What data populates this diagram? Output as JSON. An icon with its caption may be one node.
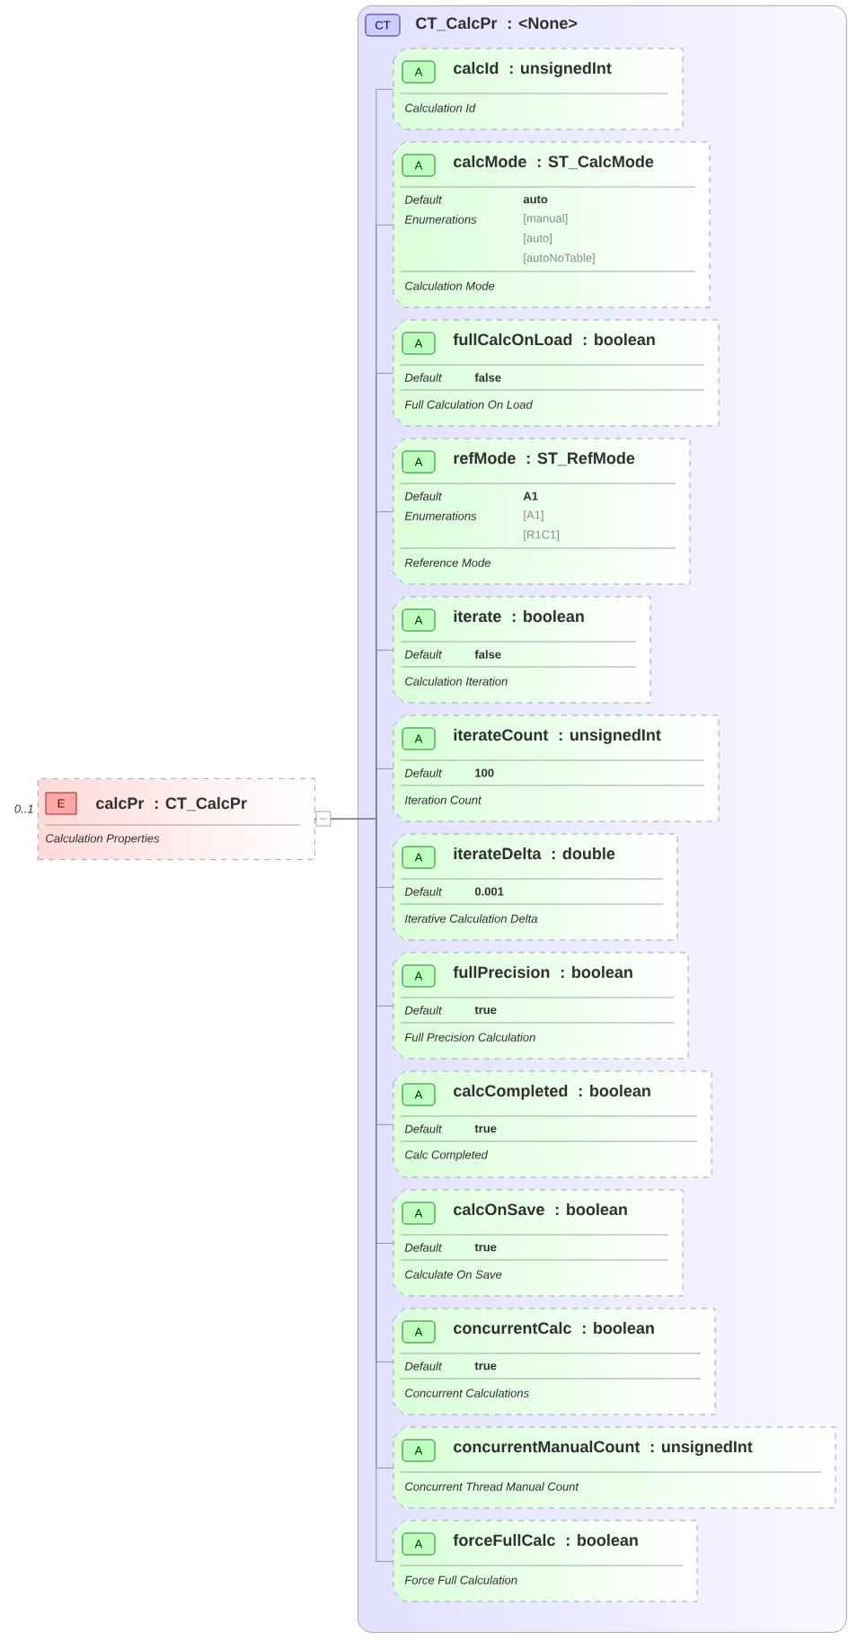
{
  "diagram": {
    "nodes": [
      {
        "text": [
          "E",
          "calcPr",
          ": CT_CalcPr",
          "Calculation Properties"
        ],
        "beside": [
          "0..1"
        ]
      },
      {
        "text": [
          "CT",
          "CT_CalcPr",
          ": <None>"
        ]
      },
      {
        "text": [
          "A",
          "calcId",
          ": unsignedInt",
          "Calculation Id"
        ],
        "in": 1
      },
      {
        "text": [
          "A",
          "calcMode",
          ": ST_CalcMode",
          "Default",
          "auto",
          "Enumerations",
          "[manual]",
          "[auto]",
          "[autoNoTable]",
          "Calculation Mode"
        ],
        "in": 1
      },
      {
        "text": [
          "A",
          "fullCalcOnLoad",
          ": boolean",
          "Default",
          "false",
          "Full Calculation On Load"
        ],
        "in": 1
      },
      {
        "text": [
          "A",
          "refMode",
          ": ST_RefMode",
          "Default",
          "A1",
          "Enumerations",
          "[A1]",
          "[R1C1]",
          "Reference Mode"
        ],
        "in": 1
      },
      {
        "text": [
          "A",
          "iterate",
          ": boolean",
          "Default",
          "false",
          "Calculation Iteration"
        ],
        "in": 1
      },
      {
        "text": [
          "A",
          "iterateCount",
          ": unsignedInt",
          "Default",
          "100",
          "Iteration Count"
        ],
        "in": 1
      },
      {
        "text": [
          "A",
          "iterateDelta",
          ": double",
          "Default",
          "0.001",
          "Iterative Calculation Delta"
        ],
        "in": 1
      },
      {
        "text": [
          "A",
          "fullPrecision",
          ": boolean",
          "Default",
          "true",
          "Full Precision Calculation"
        ],
        "in": 1
      },
      {
        "text": [
          "A",
          "calcCompleted",
          ": boolean",
          "Default",
          "true",
          "Calc Completed"
        ],
        "in": 1
      },
      {
        "text": [
          "A",
          "calcOnSave",
          ": boolean",
          "Default",
          "true",
          "Calculate On Save"
        ],
        "in": 1
      },
      {
        "text": [
          "A",
          "concurrentCalc",
          ": boolean",
          "Default",
          "true",
          "Concurrent Calculations"
        ],
        "in": 1
      },
      {
        "text": [
          "A",
          "concurrentManualCount",
          ": unsignedInt",
          "Concurrent Thread Manual Count"
        ],
        "in": 1
      },
      {
        "text": [
          "A",
          "forceFullCalc",
          ": boolean",
          "Force Full Calculation"
        ],
        "in": 1
      }
    ],
    "edges": [
      {
        "from": 0,
        "to": 2,
        "arrow": "none"
      },
      {
        "from": 0,
        "to": 3,
        "arrow": "none"
      },
      {
        "from": 0,
        "to": 4,
        "arrow": "none"
      },
      {
        "from": 0,
        "to": 5,
        "arrow": "none"
      },
      {
        "from": 0,
        "to": 6,
        "arrow": "none"
      },
      {
        "from": 0,
        "to": 7,
        "arrow": "none"
      },
      {
        "from": 0,
        "to": 8,
        "arrow": "none"
      },
      {
        "from": 0,
        "to": 9,
        "arrow": "none"
      },
      {
        "from": 0,
        "to": 10,
        "arrow": "none"
      },
      {
        "from": 0,
        "to": 11,
        "arrow": "none"
      },
      {
        "from": 0,
        "to": 12,
        "arrow": "none"
      },
      {
        "from": 0,
        "to": 13,
        "arrow": "none"
      },
      {
        "from": 0,
        "to": 14,
        "arrow": "none"
      }
    ]
  }
}
